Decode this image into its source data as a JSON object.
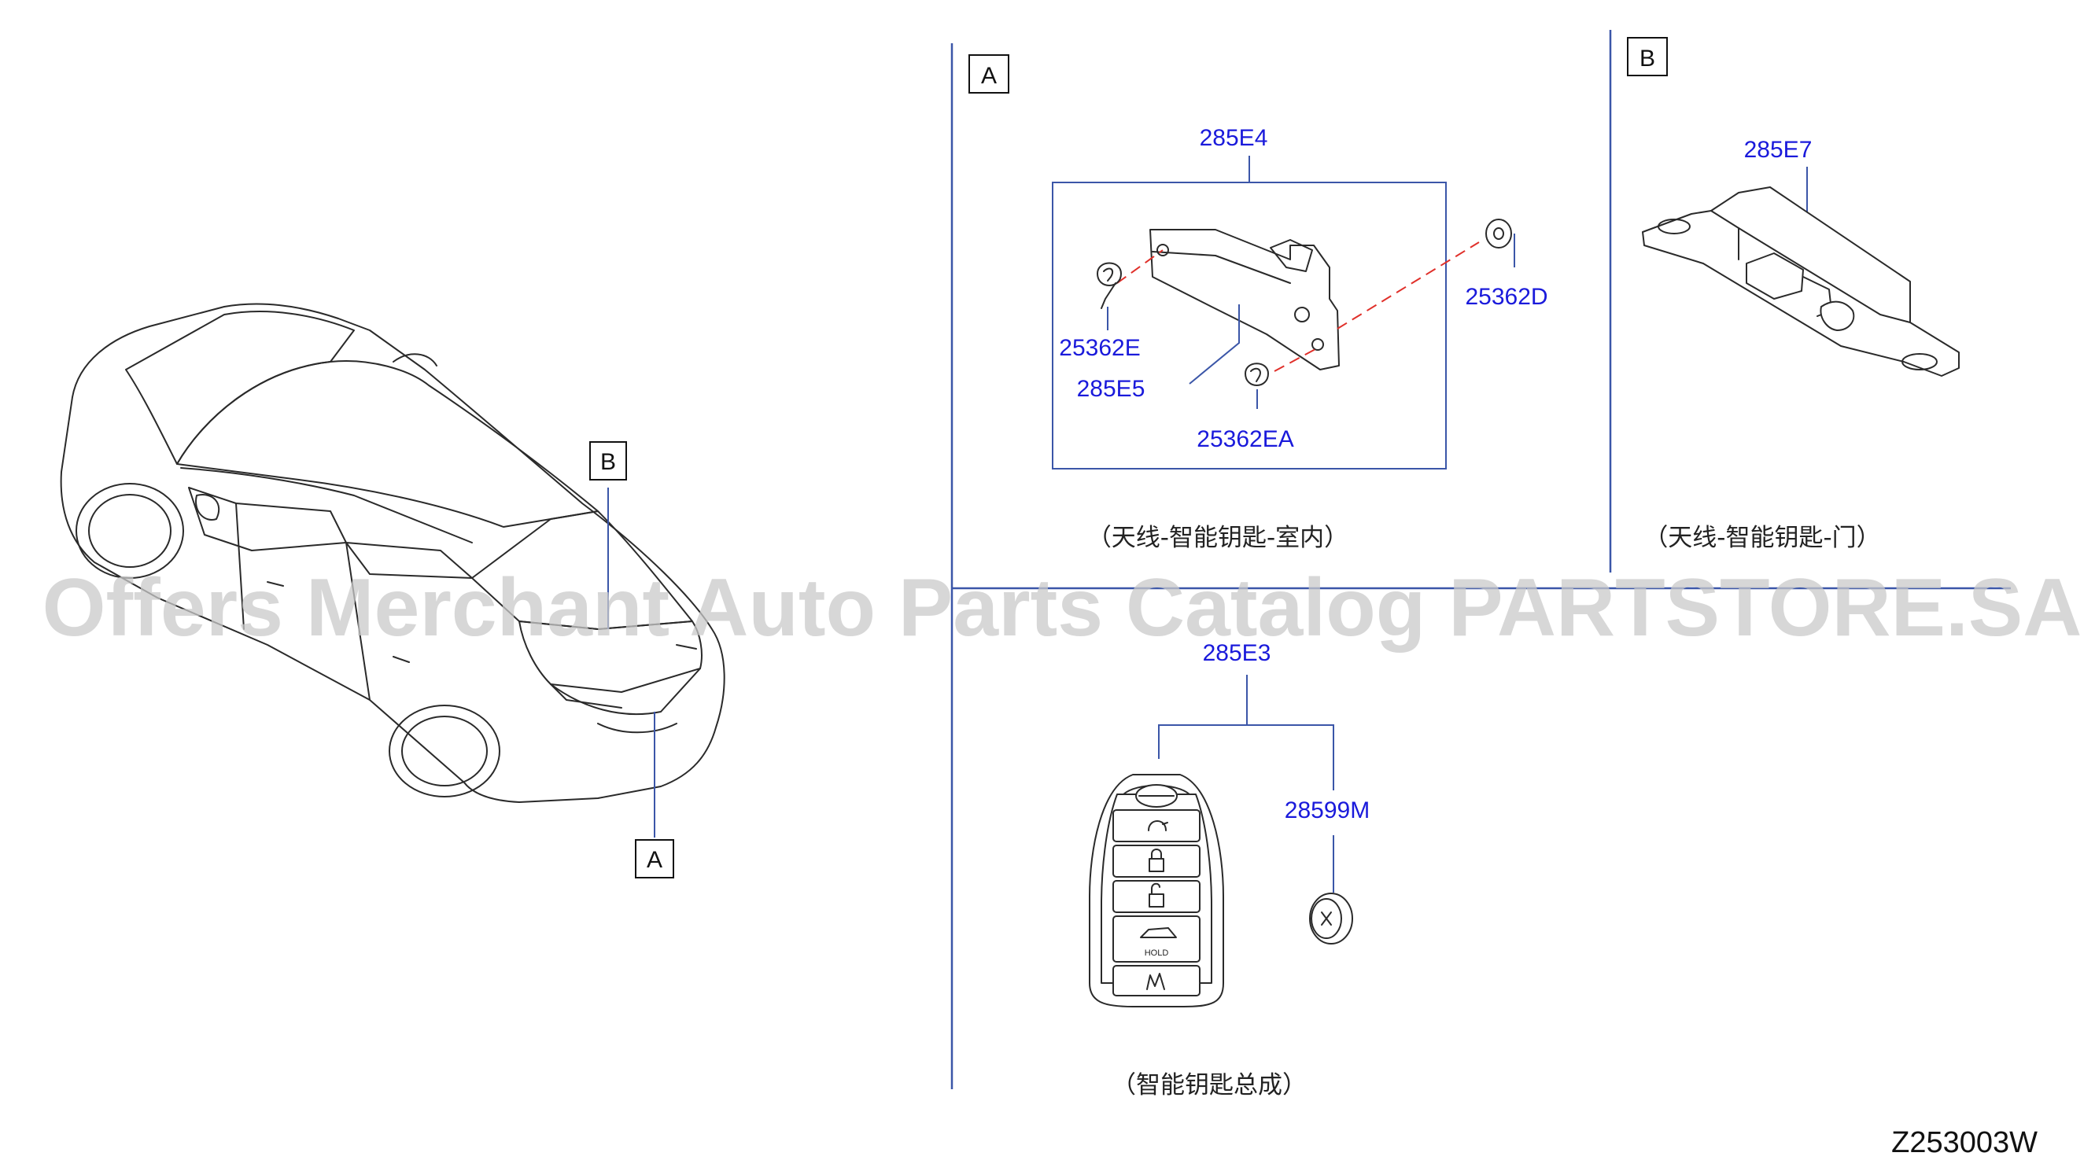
{
  "diagram_code": "Z253003W",
  "watermark": "Offers Merchant Auto Parts Catalog PARTSTORE.SA",
  "vehicle": {
    "callout_a": "A",
    "callout_b": "B"
  },
  "section_a": {
    "label": "A",
    "group_part": "285E4",
    "parts": [
      "25362D",
      "25362E",
      "285E5",
      "25362EA"
    ],
    "caption": "（天线-智能钥匙-室内）"
  },
  "section_b": {
    "label": "B",
    "part": "285E7",
    "caption": "（天线-智能钥匙-门）"
  },
  "section_c": {
    "group_part": "285E3",
    "battery_part": "28599M",
    "key_hold_label": "HOLD",
    "caption": "（智能钥匙总成）"
  },
  "colors": {
    "part_number": "#1a1adb",
    "leader_line": "#3b56a8",
    "hidden_line": "#e0302a",
    "outline": "#2a2a2a"
  }
}
